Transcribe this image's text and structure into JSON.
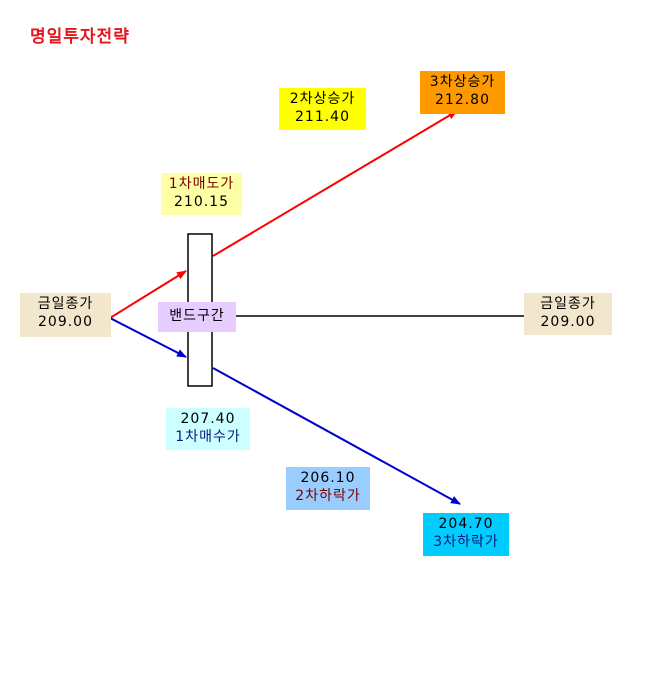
{
  "title": "명일투자전략",
  "colors": {
    "title": "#e8141b",
    "up_line": "#ff0000",
    "down_line": "#0000cc",
    "mid_line": "#000000",
    "close_bg": "#f2e6cc",
    "band_bg": "#e6ccff",
    "sell1_bg": "#ffffa6",
    "up2_bg": "#ffff00",
    "up3_bg": "#ff9900",
    "buy1_bg": "#ccffff",
    "down2_bg": "#99ccff",
    "down3_bg": "#00ccff"
  },
  "today_close": {
    "label": "금일종가",
    "value": "209.00"
  },
  "next_close": {
    "label": "금일종가",
    "value": "209.00"
  },
  "band": {
    "label": "밴드구간"
  },
  "sell1": {
    "label": "1차매도가",
    "value": "210.15"
  },
  "up2": {
    "label": "2차상승가",
    "value": "211.40"
  },
  "up3": {
    "label": "3차상승가",
    "value": "212.80"
  },
  "buy1": {
    "value": "207.40",
    "label": "1차매수가"
  },
  "down2": {
    "value": "206.10",
    "label": "2차하락가"
  },
  "down3": {
    "value": "204.70",
    "label": "3차하락가"
  }
}
